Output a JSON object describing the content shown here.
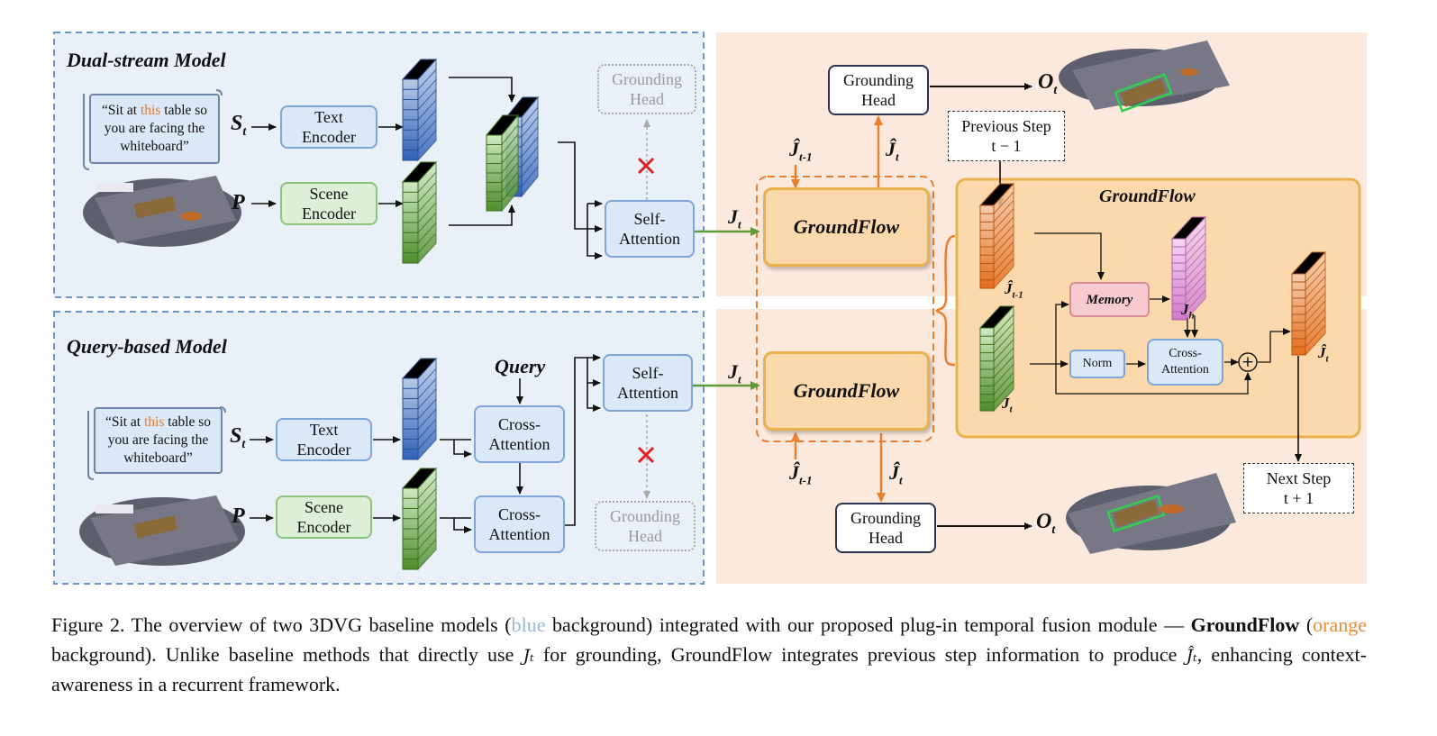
{
  "dual": {
    "title": "Dual-stream Model",
    "prompt_pre": "“Sit at ",
    "prompt_hl": "this",
    "prompt_post": " table so you are facing the whiteboard”",
    "s_label": "S",
    "s_sub": "t",
    "p_label": "P",
    "text_enc": [
      "Text",
      "Encoder"
    ],
    "scene_enc": [
      "Scene",
      "Encoder"
    ],
    "self_att": [
      "Self-",
      "Attention"
    ],
    "gh": [
      "Grounding",
      "Head"
    ],
    "j_label": "J",
    "j_sub": "t"
  },
  "query_model": {
    "title": "Query-based Model",
    "prompt_pre": "“Sit at ",
    "prompt_hl": "this",
    "prompt_post": " table so you are facing the whiteboard”",
    "s_label": "S",
    "s_sub": "t",
    "p_label": "P",
    "query": "Query",
    "text_enc": [
      "Text",
      "Encoder"
    ],
    "scene_enc": [
      "Scene",
      "Encoder"
    ],
    "cross1": [
      "Cross-",
      "Attention"
    ],
    "cross2": [
      "Cross-",
      "Attention"
    ],
    "self_att": [
      "Self-",
      "Attention"
    ],
    "gh": [
      "Grounding",
      "Head"
    ],
    "j_label": "J",
    "j_sub": "t"
  },
  "flow": {
    "gf_label": "GroundFlow",
    "gh_top": [
      "Grounding",
      "Head"
    ],
    "gh_bottom": [
      "Grounding",
      "Head"
    ],
    "o_label": "O",
    "o_sub": "t",
    "jhat": "Ĵ",
    "jhat_prev_sub": "t-1",
    "jhat_sub": "t",
    "prev_step": [
      "Previous Step",
      "t − 1"
    ],
    "next_step": [
      "Next Step",
      "t + 1"
    ]
  },
  "detail": {
    "title": "GroundFlow",
    "memory": "Memory",
    "norm": "Norm",
    "cross": [
      "Cross-",
      "Attention"
    ],
    "plus": "+",
    "jh_label": "J",
    "jh_sub": "h",
    "jt_label": "J",
    "jt_sub": "t",
    "jhat_prev": "Ĵ",
    "jhat_prev_sub": "t-1",
    "jhat_out": "Ĵ",
    "jhat_out_sub": "t"
  },
  "caption": {
    "p1": "Figure 2. The overview of two 3DVG baseline models (",
    "blue_word": "blue",
    "p2": " background) integrated with our proposed plug-in temporal fusion module — ",
    "bold": "GroundFlow",
    "p3": " (",
    "orange_word": "orange",
    "p4": " background). Unlike baseline methods that directly use ",
    "jt": "Jₜ",
    "p5": " for grounding, GroundFlow integrates previous step information to produce ",
    "jhat": "Ĵₜ",
    "p6": ", enhancing context-awareness in a recurrent framework."
  },
  "colors": {
    "blue_bg": "#e9f0f8",
    "orange_bg": "#fce9dd",
    "blue_word": "#9ab8dc",
    "orange_word": "#ec8b33",
    "text_feat": "#3f6fc0",
    "scene_feat": "#5f9e3d",
    "orange_feat": "#e8782a",
    "pink_feat": "#d88fd6"
  },
  "icons": [
    "scroll-prompt-icon",
    "scene-point-cloud-icon",
    "red-x-icon",
    "plus-circle-icon"
  ]
}
